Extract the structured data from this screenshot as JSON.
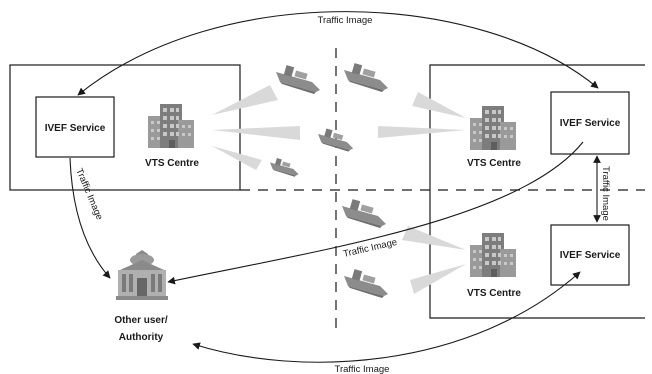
{
  "labels": {
    "traffic_image_top": "Traffic Image",
    "traffic_image_left": "Traffic Image",
    "traffic_image_middle": "Traffic Image",
    "traffic_image_right": "Traffic Image",
    "traffic_image_bottom": "Traffic Image",
    "ivef_service_left": "IVEF Service",
    "ivef_service_right_top": "IVEF Service",
    "ivef_service_right_bottom": "IVEF Service",
    "vts_centre_left": "VTS Centre",
    "vts_centre_right_top": "VTS Centre",
    "vts_centre_right_bottom": "VTS Centre",
    "authority_line1": "Other user/",
    "authority_line2": "Authority"
  },
  "icons": {
    "building": "office-building-icon",
    "ship": "ship-icon",
    "authority": "government-building-icon"
  },
  "colors": {
    "line": "#1a1a1a",
    "beam": "#d9d9d9",
    "building": "#8a8a8a",
    "ship": "#8c8c8c"
  }
}
